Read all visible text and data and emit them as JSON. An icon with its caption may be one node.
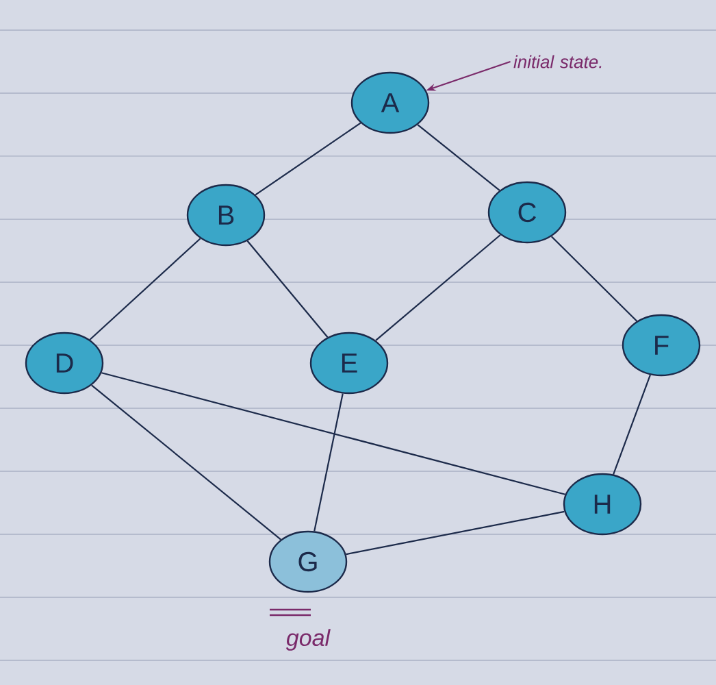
{
  "diagram": {
    "nodes": [
      {
        "text": [
          "A"
        ]
      },
      {
        "text": [
          "B"
        ]
      },
      {
        "text": [
          "C"
        ]
      },
      {
        "text": [
          "D"
        ]
      },
      {
        "text": [
          "E"
        ]
      },
      {
        "text": [
          "F"
        ]
      },
      {
        "text": [
          "H"
        ]
      },
      {
        "text": [
          "G"
        ],
        "beside": [
          "goal"
        ]
      },
      {
        "text": [
          "initial state."
        ]
      }
    ],
    "edges": [
      {
        "from": 0,
        "to": 1,
        "arrow": "none"
      },
      {
        "from": 0,
        "to": 2,
        "arrow": "none"
      },
      {
        "from": 1,
        "to": 3,
        "arrow": "none"
      },
      {
        "from": 1,
        "to": 4,
        "arrow": "none"
      },
      {
        "from": 2,
        "to": 4,
        "arrow": "none"
      },
      {
        "from": 2,
        "to": 5,
        "arrow": "none"
      },
      {
        "from": 3,
        "to": 6,
        "arrow": "none"
      },
      {
        "from": 3,
        "to": 7,
        "arrow": "none"
      },
      {
        "from": 4,
        "to": 7,
        "arrow": "none"
      },
      {
        "from": 5,
        "to": 6,
        "arrow": "none"
      },
      {
        "from": 7,
        "to": 6,
        "arrow": "none"
      },
      {
        "from": 8,
        "to": 0,
        "arrow": "to",
        "color": "#7a2a6a"
      }
    ]
  }
}
